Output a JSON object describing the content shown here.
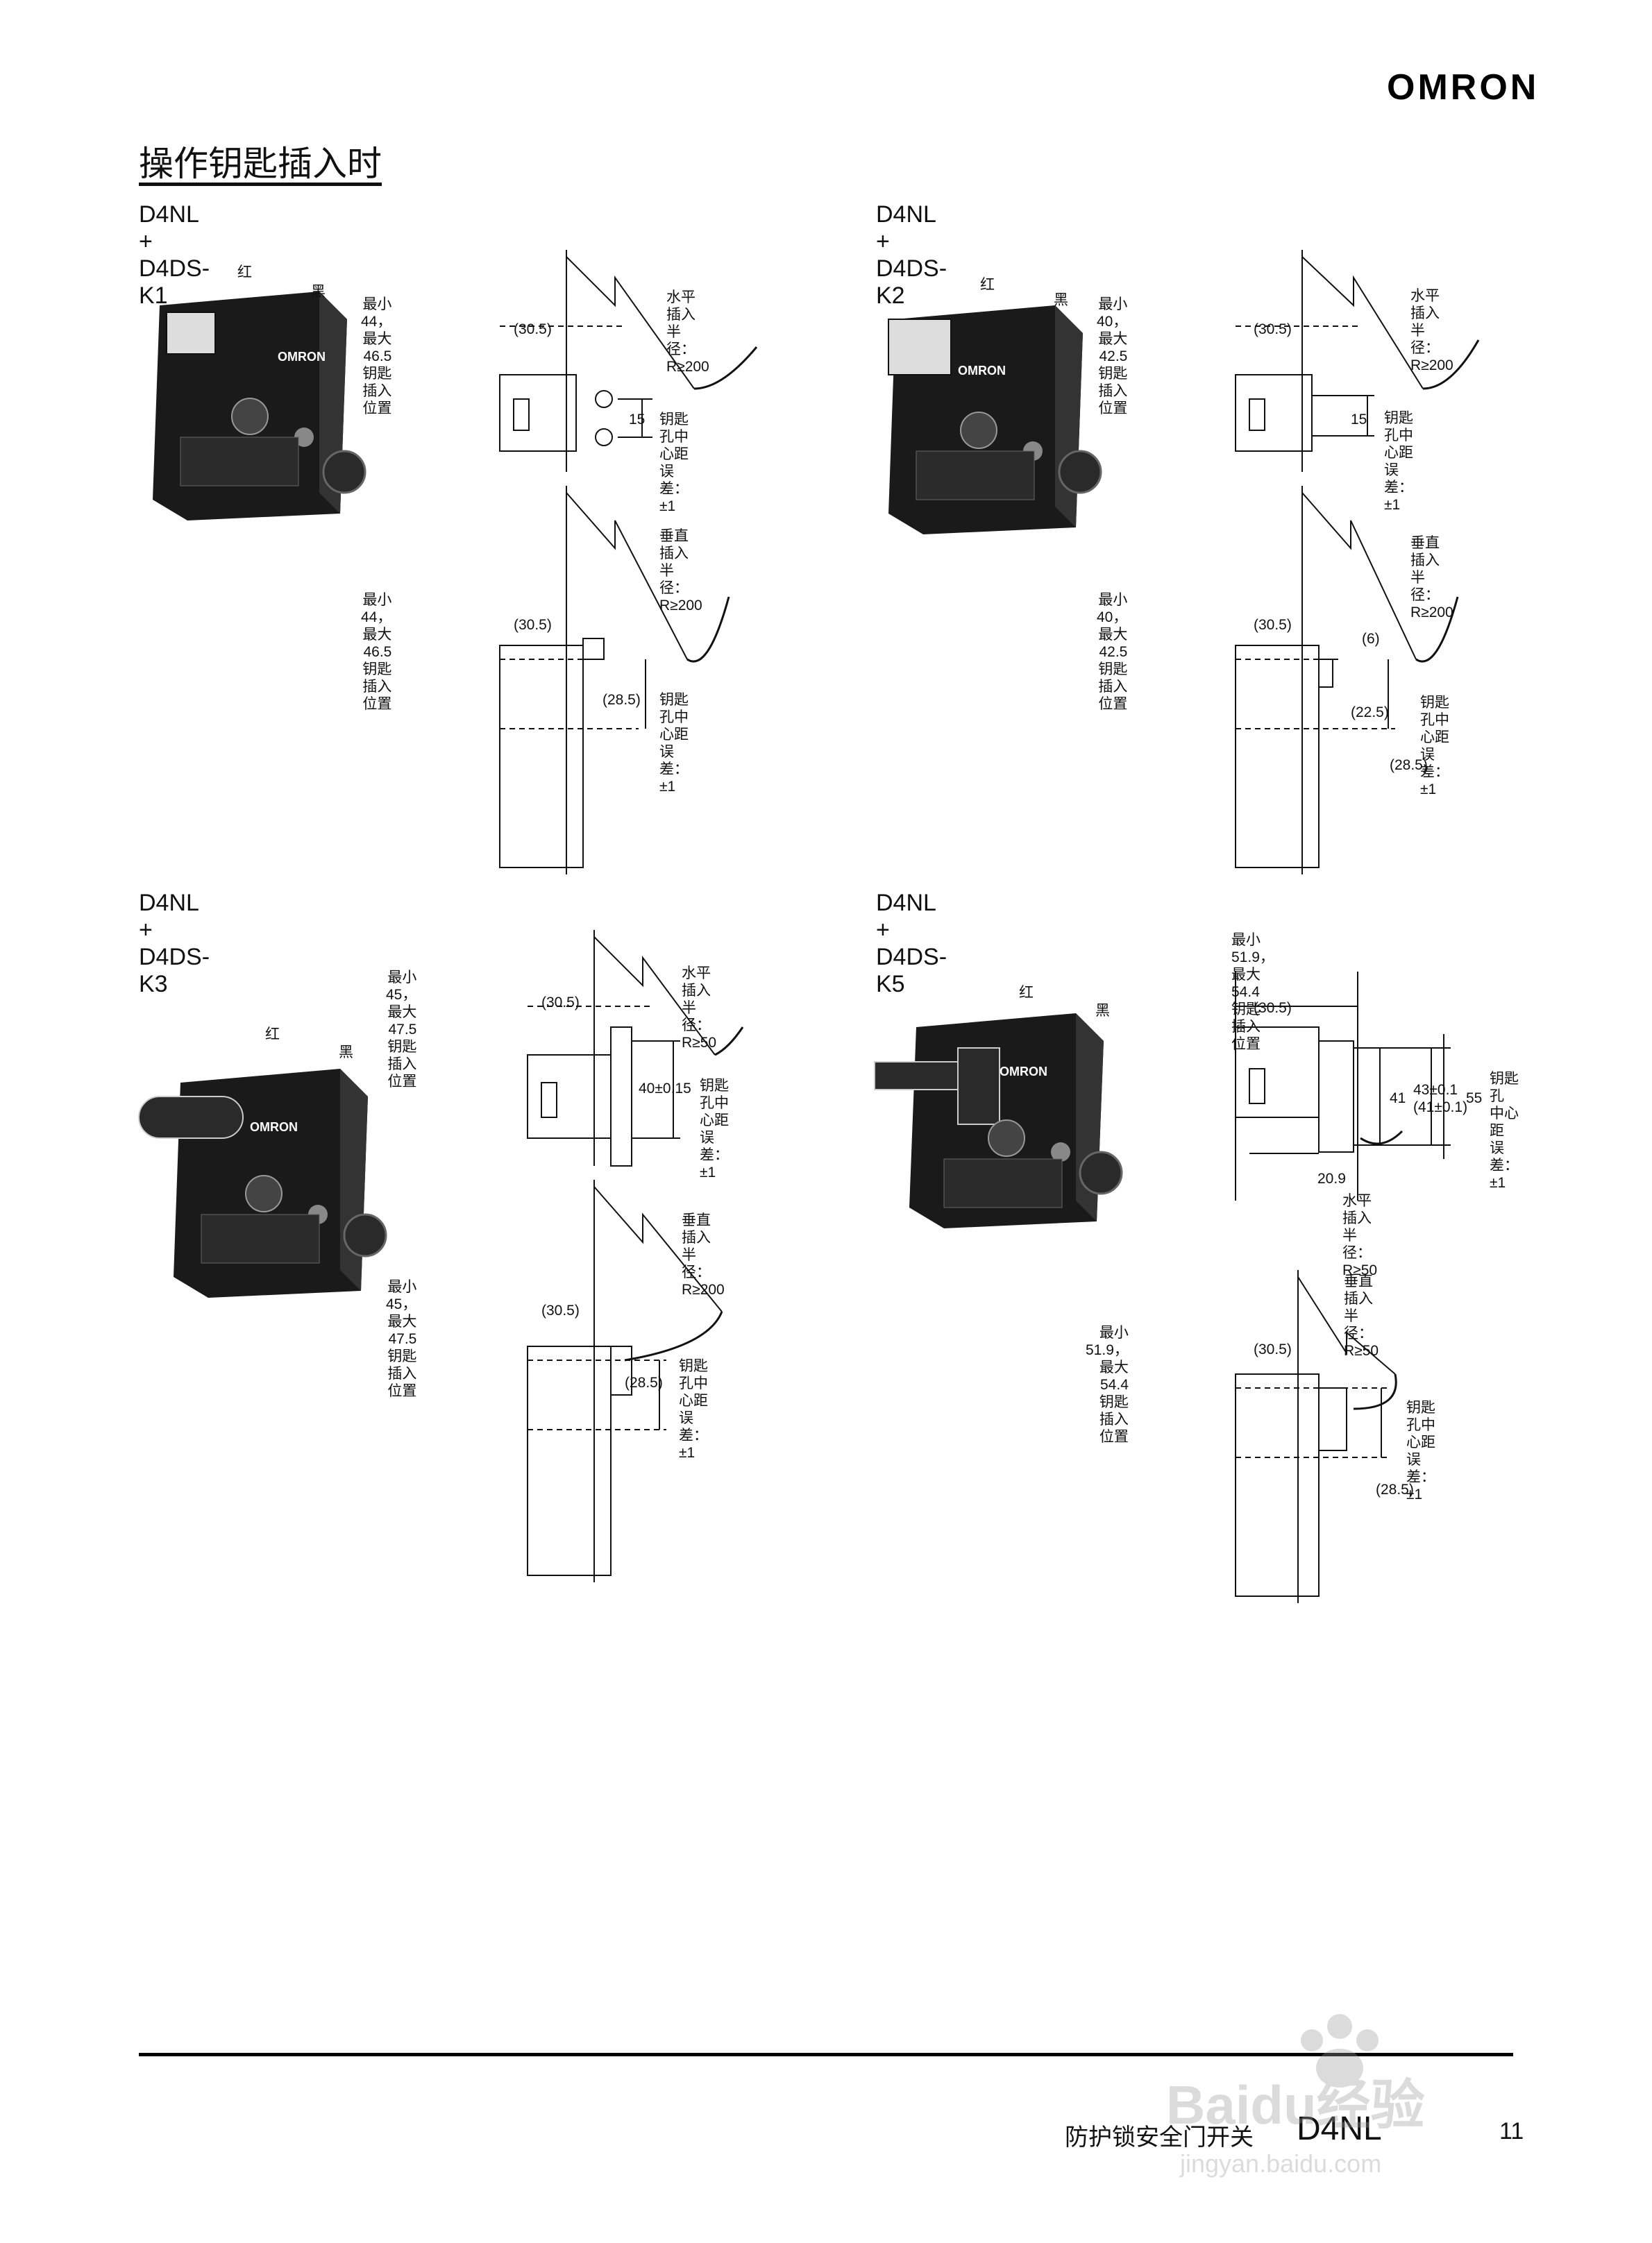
{
  "header": {
    "brand": "OMRON"
  },
  "section_title": "操作钥匙插入时",
  "panels": [
    {
      "title": "D4NL + D4DS-K1",
      "labels": {
        "red": "红",
        "black": "黑",
        "top_pos": "最小44，最大46.5\n钥匙插入位置",
        "top_dim": "(30.5)",
        "top_radius": "水平插入半径：\nR≥200",
        "top_gap": "15",
        "top_tol": "钥匙孔中心距误差：\n±1",
        "bot_radius": "垂直插入半径：\nR≥200",
        "bot_pos": "最小44，最大46.5\n钥匙插入位置",
        "bot_dim": "(30.5)",
        "bot_gap": "(28.5)",
        "bot_tol": "钥匙孔中心距误差：\n±1"
      }
    },
    {
      "title": "D4NL + D4DS-K2",
      "labels": {
        "red": "红",
        "black": "黑",
        "top_pos": "最小40，最大42.5\n钥匙插入位置",
        "top_dim": "(30.5)",
        "top_radius": "水平插入半径：\nR≥200",
        "top_gap": "15",
        "top_tol": "钥匙孔中心距误差：\n±1",
        "bot_radius": "垂直插入半径：\nR≥200",
        "bot_pos": "最小40，最大42.5\n钥匙插入位置",
        "bot_dim": "(30.5)",
        "bot_small": "(6)",
        "bot_gap": "(22.5)",
        "bot_gap2": "(28.5)",
        "bot_tol": "钥匙孔中心距误差：\n±1"
      }
    },
    {
      "title": "D4NL + D4DS-K3",
      "labels": {
        "red": "红",
        "black": "黑",
        "top_pos": "最小45，最大47.5\n钥匙插入位置",
        "top_dim": "(30.5)",
        "top_radius": "水平插入半径：\nR≥50",
        "top_gap": "40±0.15",
        "top_tol": "钥匙孔中\n心距误差：\n±1",
        "bot_radius": "垂直插入半径：\nR≥200",
        "bot_pos": "最小45，最大47.5\n钥匙插入位置",
        "bot_dim": "(30.5)",
        "bot_gap": "(28.5)",
        "bot_tol": "钥匙孔中\n心距误差：\n±1"
      }
    },
    {
      "title": "D4NL + D4DS-K5",
      "labels": {
        "red": "红",
        "black": "黑",
        "top_pos": "最小51.9，最大54.4\n钥匙插入位置",
        "top_dim": "(30.5)",
        "dim_41": "41",
        "dim_43": "43±0.1\n(41±0.1)",
        "dim_55": "55",
        "dim_209": "20.9",
        "top_tol": "钥匙孔\n中心距\n误差：\n±1",
        "top_radius": "水平插入半径：\nR≥50",
        "bot_radius": "垂直插入半径：\nR≥50",
        "bot_pos": "最小51.9，最大54.4\n钥匙插入位置",
        "bot_dim": "(30.5)",
        "bot_tol": "钥匙孔中\n心距误差：\n±1",
        "bot_gap": "(28.5)"
      }
    }
  ],
  "footer": {
    "text": "防护锁安全门开关",
    "product": "D4NL",
    "page": "11"
  },
  "watermark": {
    "text": "Baidu经验",
    "url_text": "jingyan.baidu.com"
  }
}
